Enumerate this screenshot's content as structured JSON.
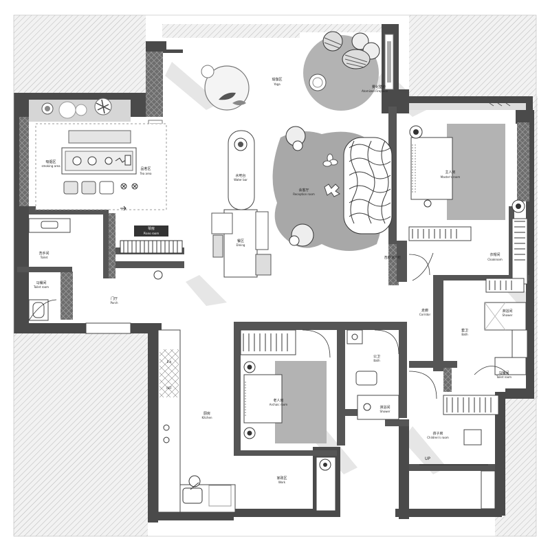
{
  "rooms": {
    "yoga": "瑜伽区",
    "yoga_en": "Yoga",
    "fireplace": "雾化壁炉",
    "fireplace_en": "Atomized Fireplace",
    "smoking": "吸烟区",
    "smoking_en": "smoking area",
    "tea": "品茗区",
    "tea_en": "Tea area",
    "water_bar": "水吧台",
    "water_bar_en": "Water bar",
    "reception": "会客厅",
    "reception_en": "Reception room",
    "master": "主人房",
    "master_en": "Master's room",
    "piano": "琴房",
    "piano_en": "Piano room",
    "toilet1": "洗手间",
    "toilet1_en": "Toilet",
    "dining": "餐区",
    "dining_en": "Dining",
    "cloakroom": "衣帽间",
    "cloakroom_en": "Cloakroom",
    "toilet2": "马桶间",
    "toilet2_en": "Toilet room",
    "porch": "门厅",
    "porch_en": "Porch",
    "mini_kitchen": "西厨\n简介柜",
    "corridor": "走廊",
    "corridor_en": "Corridor",
    "bath_master": "套卫",
    "bath_master_en": "Bath",
    "shower_master": "淋浴间",
    "shower_master_en": "Shower",
    "toilet3": "马桶间",
    "toilet3_en": "Toilet room",
    "kitchen": "厨房",
    "kitchen_en": "Kitchen",
    "bath": "公卫",
    "bath_en": "Bath",
    "elder": "老人房",
    "elder_en": "Archaic room",
    "shower": "淋浴间",
    "shower_en": "Shower",
    "children": "孩子房",
    "children_en": "Children's room",
    "work": "家政区",
    "work_en": "Work",
    "up": "UP",
    "fridge1": "E·A",
    "fridge2": "REF"
  }
}
